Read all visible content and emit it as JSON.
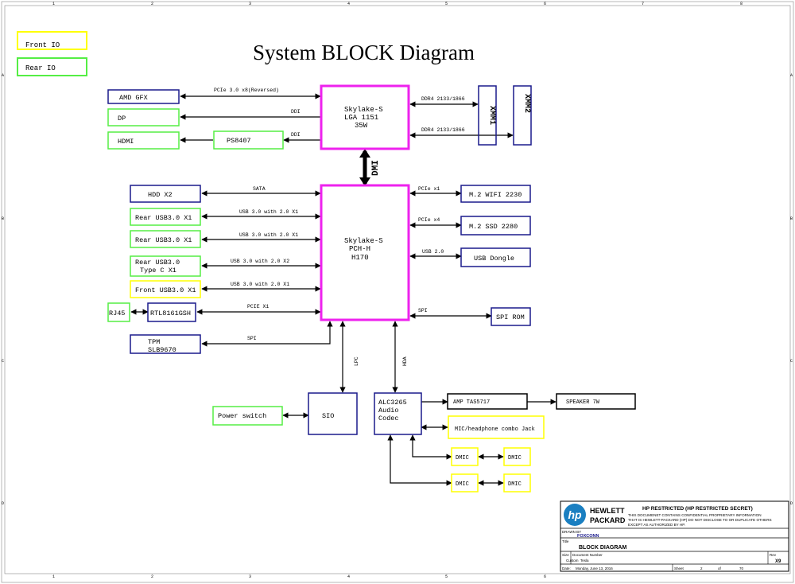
{
  "page": {
    "title": "System BLOCK Diagram",
    "legend": [
      {
        "label": "Front IO",
        "color": "#ffff00"
      },
      {
        "label": "Rear IO",
        "color": "#55ee44"
      }
    ],
    "border_ticks": {
      "top": [
        "1",
        "2",
        "3",
        "4",
        "5",
        "6",
        "7",
        "8"
      ],
      "left": [
        "A",
        "B",
        "C",
        "D"
      ]
    }
  },
  "colors": {
    "main": "#ee22ee",
    "blue": "#1a1a8c",
    "green": "#55ee44",
    "yellow": "#ffff00",
    "line": "#000000",
    "hp_logo": "#1a7fc1"
  },
  "blocks": {
    "cpu": [
      "Skylake-S",
      "LGA 1151",
      "35W"
    ],
    "pch": [
      "Skylake-S",
      "PCH-H",
      "H170"
    ],
    "dimm1": "XMM1",
    "dimm2": "XMM2",
    "amd_gfx": "AMD GFX",
    "dp": "DP",
    "hdmi": "HDMI",
    "ps8407": "PS8407",
    "hdd": "HDD X2",
    "rear_usb_1": "Rear USB3.0 X1",
    "rear_usb_2": "Rear USB3.0 X1",
    "rear_usb_typec": [
      "Rear USB3.0",
      "Type C X1"
    ],
    "front_usb": "Front USB3.0 X1",
    "rj45": "RJ45",
    "rtl": "RTL8161GSH",
    "tpm": [
      "TPM",
      "SLB9670"
    ],
    "wifi": "M.2 WIFI 2230",
    "ssd": "M.2 SSD 2280",
    "usb_dongle": "USB Dongle",
    "spi_rom": "SPI ROM",
    "sio": "SIO",
    "power_switch": "Power switch",
    "codec": [
      "ALC3265",
      "Audio",
      "Codec"
    ],
    "amp": "AMP TAS5717",
    "speaker": "SPEAKER 7W",
    "jack": "MIC/headphone combo Jack",
    "dmic": "DMIC"
  },
  "links": {
    "amd_gfx": "PCIe 3.0 x8(Reversed)",
    "dp": "DDI",
    "hdmi": "DDI",
    "ddr_1": "DDR4 2133/1866",
    "ddr_2": "DDR4 2133/1866",
    "dmi": "DMI",
    "hdd": "SATA",
    "rear_usb_1": "USB 3.0 with 2.0 X1",
    "rear_usb_2": "USB 3.0 with 2.0 X1",
    "rear_usb_typec": "USB 3.0 with 2.0 X2",
    "front_usb": "USB 3.0 with 2.0 X1",
    "lan": "PCIE X1",
    "tpm": "SPI",
    "wifi": "PCIe x1",
    "ssd": "PCIe x4",
    "usb_dongle": "USB 2.0",
    "spi_rom": "SPI",
    "lpc": "LPC",
    "hda": "HDA"
  },
  "title_block": {
    "company_1": "HEWLETT",
    "company_2": "PACKARD",
    "logo_text": "hp",
    "restricted": "HP RESTRICTED (HP RESTRICTED SECRET)",
    "notice_1": "THIS DOCUMENET CONTAINS CONFIDENTIAL PROPRIETARY INFORMATION",
    "notice_2": "THAT IS HEWLETT-PACKARD (HP) DO NOT DISCLOSE TO OR DUPLICATE OTHERS",
    "notice_3": "EXCEPT AS AUTHORIZED BY HP.",
    "drawn_by_label": "DRAWN BY",
    "drawn_by": "FOXCONN",
    "title_label": "Title",
    "title": "BLOCK DIAGRAM",
    "size_label": "Size",
    "size": "Custom",
    "doc_label": "Document Number",
    "doc": "Tesla",
    "rev_label": "Rev",
    "rev": "X9",
    "date_label": "Date:",
    "date": "Monday, June 13, 2016",
    "sheet_label": "Sheet",
    "sheet": "2",
    "of_label": "of",
    "sheets": "70"
  }
}
